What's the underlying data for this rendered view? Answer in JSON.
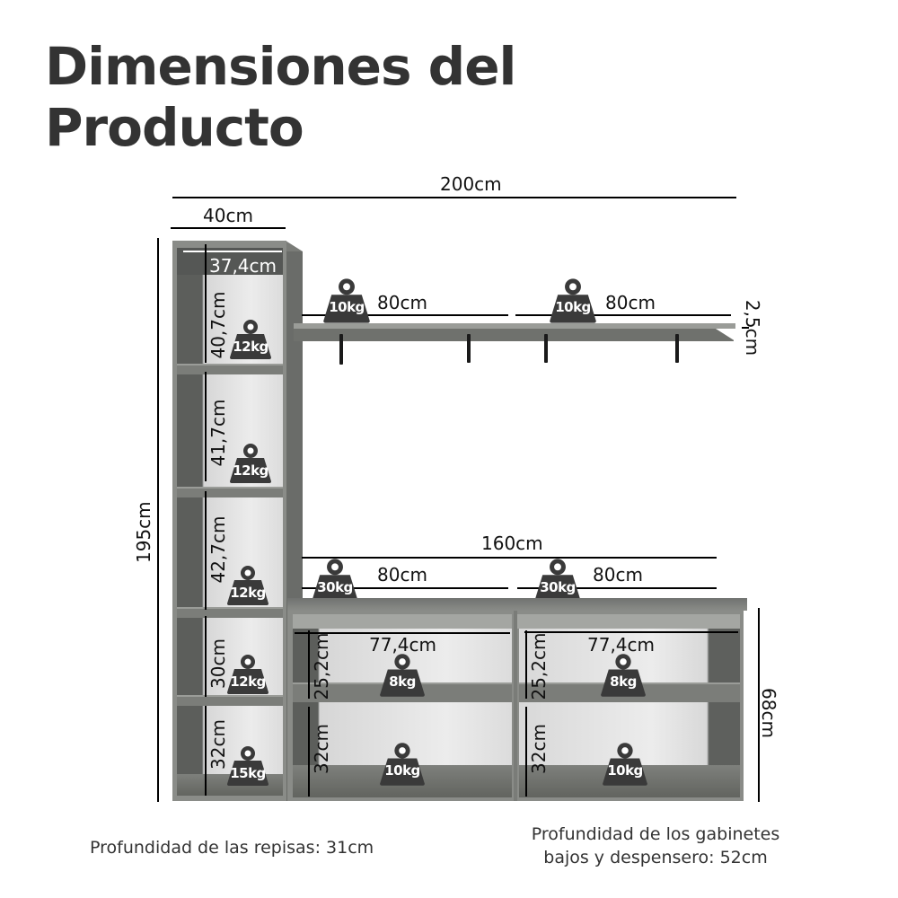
{
  "title": {
    "line1": "Dimensiones del",
    "line2": "Producto"
  },
  "dimensions": {
    "total_width": "200cm",
    "total_height": "195cm",
    "tower_width": "40cm",
    "tower_inner_width": "37,4cm",
    "tower_compartments": [
      "40,7cm",
      "41,7cm",
      "42,7cm",
      "30cm",
      "32cm"
    ],
    "wall_shelf_left_width": "80cm",
    "wall_shelf_right_width": "80cm",
    "wall_shelf_thickness": "2,5cm",
    "base_width": "160cm",
    "base_left_width": "80cm",
    "base_right_width": "80cm",
    "base_height": "68cm",
    "cabinet_left_inner_width": "77,4cm",
    "cabinet_right_inner_width": "77,4cm",
    "cabinet_left_upper_height": "25,2cm",
    "cabinet_left_lower_height": "32cm",
    "cabinet_right_upper_height": "25,2cm",
    "cabinet_right_lower_height": "32cm"
  },
  "weights": {
    "tower": [
      "12kg",
      "12kg",
      "12kg",
      "12kg",
      "15kg"
    ],
    "wall_shelf_left": "10kg",
    "wall_shelf_right": "10kg",
    "base_top_left": "30kg",
    "base_top_right": "30kg",
    "cabinet_left_upper": "8kg",
    "cabinet_left_lower": "10kg",
    "cabinet_right_upper": "8kg",
    "cabinet_right_lower": "10kg"
  },
  "captions": {
    "shelf_depth": "Profundidad de las repisas: 31cm",
    "cabinet_depth_line1": "Profundidad de los gabinetes",
    "cabinet_depth_line2": "bajos y despensero: 52cm"
  },
  "colors": {
    "title": "#333333",
    "furniture": "#6a6c69",
    "weight_icon": "#3a3a3a",
    "line": "#000000"
  }
}
